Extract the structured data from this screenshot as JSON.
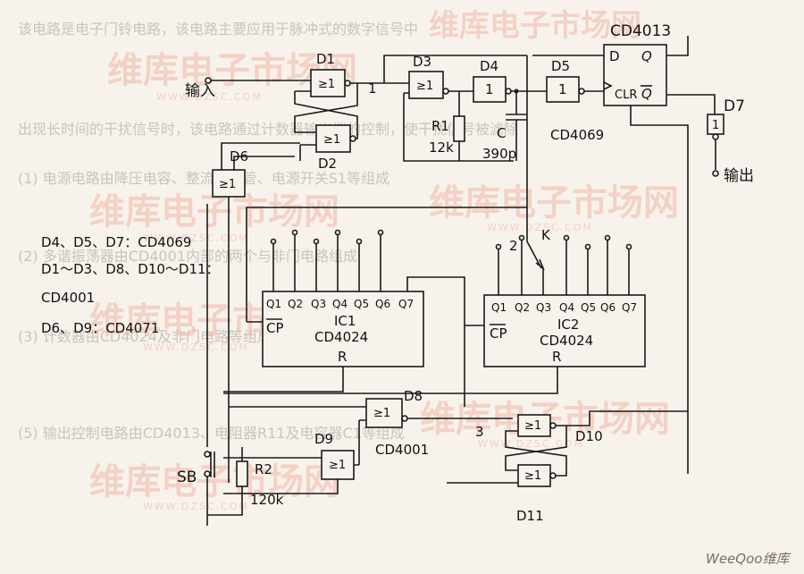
{
  "labels": {
    "input": "输入",
    "output": "输出",
    "D1": "D1",
    "D2": "D2",
    "D3": "D3",
    "D4": "D4",
    "D5": "D5",
    "D6": "D6",
    "D7": "D7",
    "D8": "D8",
    "D9": "D9",
    "D10": "D10",
    "D11": "D11",
    "R1": "R1",
    "R1_val": "12k",
    "C": "C",
    "C_val": "390p",
    "R2": "R2",
    "R2_val": "120k",
    "SB": "SB",
    "K": "K",
    "node1": "1",
    "node2": "2",
    "node3": "3",
    "cd4013": "CD4013",
    "cd4069": "CD4069",
    "cd4001": "CD4001",
    "ic1": "IC1",
    "ic2": "IC2",
    "cd4024": "CD4024",
    "pin_D": "D",
    "pin_Q": "Q",
    "pin_Qbar": "Q",
    "pin_CLR": "CLR",
    "q_pins": [
      "Q1",
      "Q2",
      "Q3",
      "Q4",
      "Q5",
      "Q6",
      "Q7"
    ],
    "pin_CP": "CP",
    "pin_R": "R",
    "or_sym": "≥1",
    "inv_sym": "1",
    "inv_sym_d7": "1"
  },
  "legend": [
    "D4、D5、D7：CD4069",
    "D1～D3、D8、D10～D11：",
    "CD4001",
    "D6、D9：CD4071"
  ],
  "watermark": {
    "brand": "维库电子市场网",
    "url": "WWW.DZSC.COM",
    "footer": "WeeQoo维库"
  },
  "background_text": [
    "该电路是电子门铃电路，该电路主要应用于脉冲式的数字信号中",
    "出现长时间的干扰信号时，该电路通过计数器输出端的控制，使干扰信号被滤除",
    "(1) 电源电路由降压电容、整流二极管、电源开关S1等组成",
    "(2) 多谐振荡器由CD4001内部的两个与非门电路组成",
    "(3) 计数器由CD4024及非门电路等组成",
    "(5) 输出控制电路由CD4013、电阻器R11及电容器C1等组成"
  ]
}
